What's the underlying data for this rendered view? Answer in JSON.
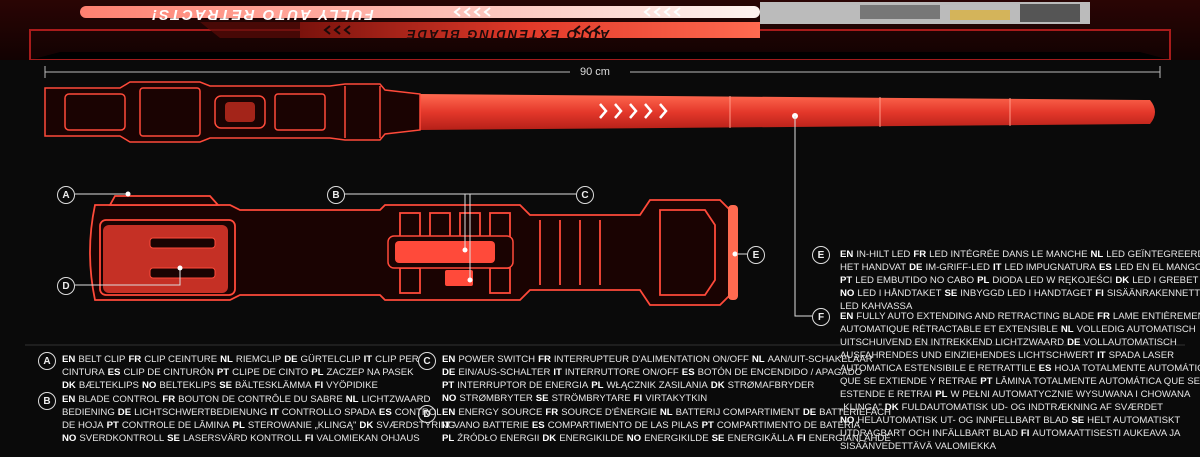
{
  "top_banner": {
    "retract_text": "FULLY AUTO RETRACTS!",
    "extend_text": "AUTO EXTENDING BLADE"
  },
  "measurement": "90 cm",
  "callouts": [
    "A",
    "B",
    "C",
    "D",
    "E",
    "F"
  ],
  "colors": {
    "blade": "#e4382b",
    "hilt_line": "#ff5a4a",
    "background": "#0a0a0a",
    "text": "#eaeaea"
  },
  "legend": {
    "A": [
      [
        {
          "c": "EN",
          "t": "BELT CLIP"
        },
        {
          "c": "FR",
          "t": "CLIP CEINTURE"
        },
        {
          "c": "NL",
          "t": "RIEMCLIP"
        },
        {
          "c": "DE",
          "t": "GÜRTELCLIP"
        },
        {
          "c": "IT",
          "t": "CLIP PER"
        }
      ],
      [
        {
          "c": "",
          "t": "CINTURA"
        },
        {
          "c": "ES",
          "t": "CLIP DE CINTURÓN"
        },
        {
          "c": "PT",
          "t": "CLIPE DE CINTO"
        },
        {
          "c": "PL",
          "t": "ZACZEP NA PASEK"
        }
      ],
      [
        {
          "c": "DK",
          "t": "BÆLTEKLIPS"
        },
        {
          "c": "NO",
          "t": "BELTEKLIPS"
        },
        {
          "c": "SE",
          "t": "BÄLTESKLÄMMA"
        },
        {
          "c": "FI",
          "t": "VYÖPIDIKE"
        }
      ]
    ],
    "B": [
      [
        {
          "c": "EN",
          "t": "BLADE CONTROL"
        },
        {
          "c": "FR",
          "t": "BOUTON DE CONTRÔLE DU SABRE"
        },
        {
          "c": "NL",
          "t": "LICHTZWAARD"
        }
      ],
      [
        {
          "c": "",
          "t": "BEDIENING"
        },
        {
          "c": "DE",
          "t": "LICHTSCHWERTBEDIENUNG"
        },
        {
          "c": "IT",
          "t": "CONTROLLO SPADA"
        },
        {
          "c": "ES",
          "t": "CONTROL"
        }
      ],
      [
        {
          "c": "",
          "t": "DE HOJA"
        },
        {
          "c": "PT",
          "t": "CONTROLE DE LÂMINA"
        },
        {
          "c": "PL",
          "t": "STEROWANIE „KLINGĄ\""
        },
        {
          "c": "DK",
          "t": "SVÆRDSTYRING"
        }
      ],
      [
        {
          "c": "NO",
          "t": "SVERDKONTROLL"
        },
        {
          "c": "SE",
          "t": "LASERSVÄRD KONTROLL"
        },
        {
          "c": "FI",
          "t": "VALOMIEKAN OHJAUS"
        }
      ]
    ],
    "C": [
      [
        {
          "c": "EN",
          "t": "POWER SWITCH"
        },
        {
          "c": "FR",
          "t": "INTERRUPTEUR D'ALIMENTATION ON/OFF"
        },
        {
          "c": "NL",
          "t": "AAN/UIT-SCHAKELAAR"
        }
      ],
      [
        {
          "c": "DE",
          "t": "EIN/AUS-SCHALTER"
        },
        {
          "c": "IT",
          "t": "INTERRUTTORE ON/OFF"
        },
        {
          "c": "ES",
          "t": "BOTÓN DE ENCENDIDO / APAGADO"
        }
      ],
      [
        {
          "c": "PT",
          "t": "INTERRUPTOR DE ENERGIA"
        },
        {
          "c": "PL",
          "t": "WŁĄCZNIK ZASILANIA"
        },
        {
          "c": "DK",
          "t": "STRØMAFBRYDER"
        }
      ],
      [
        {
          "c": "NO",
          "t": "STRØMBRYTER"
        },
        {
          "c": "SE",
          "t": "STRÖMBRYTARE"
        },
        {
          "c": "FI",
          "t": "VIRTAKYTKIN"
        }
      ]
    ],
    "D": [
      [
        {
          "c": "EN",
          "t": "ENERGY SOURCE"
        },
        {
          "c": "FR",
          "t": "SOURCE D'ÉNERGIE"
        },
        {
          "c": "NL",
          "t": "BATTERIJ COMPARTIMENT"
        },
        {
          "c": "DE",
          "t": "BATTERIEFACH"
        }
      ],
      [
        {
          "c": "IT",
          "t": "VANO BATTERIE"
        },
        {
          "c": "ES",
          "t": "COMPARTIMENTO DE LAS PILAS"
        },
        {
          "c": "PT",
          "t": "COMPARTIMENTO DE BATERIA"
        }
      ],
      [
        {
          "c": "PL",
          "t": "ŹRÓDŁO ENERGII"
        },
        {
          "c": "DK",
          "t": "ENERGIKILDE"
        },
        {
          "c": "NO",
          "t": "ENERGIKILDE"
        },
        {
          "c": "SE",
          "t": "ENERGIKÄLLA"
        },
        {
          "c": "FI",
          "t": "ENERGIANLÄHDE"
        }
      ]
    ],
    "E": [
      [
        {
          "c": "EN",
          "t": "IN-HILT LED"
        },
        {
          "c": "FR",
          "t": "LED INTÉGRÉE DANS LE MANCHE"
        },
        {
          "c": "NL",
          "t": "LED GEÏNTEGREERD IN"
        }
      ],
      [
        {
          "c": "",
          "t": "HET HANDVAT"
        },
        {
          "c": "DE",
          "t": "IM-GRIFF-LED"
        },
        {
          "c": "IT",
          "t": "LED IMPUGNATURA"
        },
        {
          "c": "ES",
          "t": "LED EN EL MANGO"
        }
      ],
      [
        {
          "c": "PT",
          "t": "LED EMBUTIDO NO CABO"
        },
        {
          "c": "PL",
          "t": "DIODA LED W RĘKOJEŚCI"
        },
        {
          "c": "DK",
          "t": "LED I GREBET"
        }
      ],
      [
        {
          "c": "NO",
          "t": "LED I HÅNDTAKET"
        },
        {
          "c": "SE",
          "t": "INBYGGD LED I HANDTAGET"
        },
        {
          "c": "FI",
          "t": "SISÄÄNRAKENNETTU"
        }
      ],
      [
        {
          "c": "",
          "t": "LED KAHVASSA"
        }
      ]
    ],
    "F": [
      [
        {
          "c": "EN",
          "t": "FULLY AUTO EXTENDING AND RETRACTING BLADE"
        },
        {
          "c": "FR",
          "t": "LAME ENTIÈREMENT"
        }
      ],
      [
        {
          "c": "",
          "t": "AUTOMATIQUE RÉTRACTABLE ET EXTENSIBLE"
        },
        {
          "c": "NL",
          "t": "VOLLEDIG AUTOMATISCH"
        }
      ],
      [
        {
          "c": "",
          "t": "UITSCHUIVEND EN INTREKKEND LICHTZWAARD"
        },
        {
          "c": "DE",
          "t": "VOLLAUTOMATISCH"
        }
      ],
      [
        {
          "c": "",
          "t": "AUSFAHRENDES UND EINZIEHENDES LICHTSCHWERT"
        },
        {
          "c": "IT",
          "t": "SPADA LASER"
        }
      ],
      [
        {
          "c": "",
          "t": "AUTOMATICA ESTENSIBILE E RETRATTILE"
        },
        {
          "c": "ES",
          "t": "HOJA TOTALMENTE AUTOMÁTICA"
        }
      ],
      [
        {
          "c": "",
          "t": "QUE SE EXTIENDE Y RETRAE"
        },
        {
          "c": "PT",
          "t": "LÂMINA TOTALMENTE AUTOMÁTICA QUE SE"
        }
      ],
      [
        {
          "c": "",
          "t": "ESTENDE E RETRAI"
        },
        {
          "c": "PL",
          "t": "W PEŁNI AUTOMATYCZNIE WYSUWANA I CHOWANA"
        }
      ],
      [
        {
          "c": "",
          "t": "„KLINGA\""
        },
        {
          "c": "DK",
          "t": "FULDAUTOMATISK UD- OG INDTRÆKNING AF SVÆRDET"
        }
      ],
      [
        {
          "c": "NO",
          "t": "HELAUTOMATISK UT- OG INNFELLBART BLAD"
        },
        {
          "c": "SE",
          "t": "HELT AUTOMATISKT"
        }
      ],
      [
        {
          "c": "",
          "t": "UTDRAGBART OCH INFÄLLBART BLAD"
        },
        {
          "c": "FI",
          "t": "AUTOMAATTISESTI AUKEAVA JA"
        }
      ],
      [
        {
          "c": "",
          "t": "SISÄÄNVEDETTÄVÄ VALOMIEKKA"
        }
      ]
    ]
  }
}
